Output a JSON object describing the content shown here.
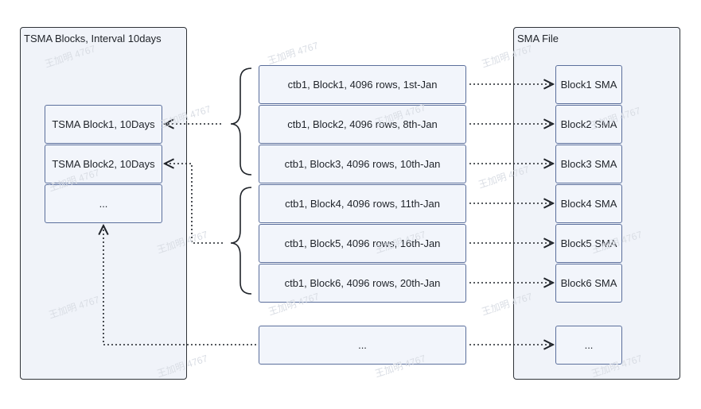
{
  "left_panel": {
    "title": "TSMA Blocks, Interval 10days",
    "blocks": [
      "TSMA Block1, 10Days",
      "TSMA Block2, 10Days",
      "..."
    ]
  },
  "middle": {
    "blocks": [
      "ctb1, Block1, 4096 rows, 1st-Jan",
      "ctb1, Block2, 4096 rows, 8th-Jan",
      "ctb1, Block3, 4096 rows, 10th-Jan",
      "ctb1, Block4, 4096 rows, 11th-Jan",
      "ctb1, Block5, 4096 rows, 16th-Jan",
      "ctb1, Block6, 4096 rows, 20th-Jan"
    ],
    "ellipsis": "..."
  },
  "right_panel": {
    "title": "SMA File",
    "blocks": [
      "Block1 SMA",
      "Block2 SMA",
      "Block3 SMA",
      "Block4 SMA",
      "Block5 SMA",
      "Block6 SMA",
      "..."
    ]
  },
  "watermark": "王加明 4767",
  "colors": {
    "panel_bg": "#f0f3f9",
    "panel_border": "#2f3338",
    "box_border": "#5b6f9c",
    "line": "#1f2329"
  }
}
